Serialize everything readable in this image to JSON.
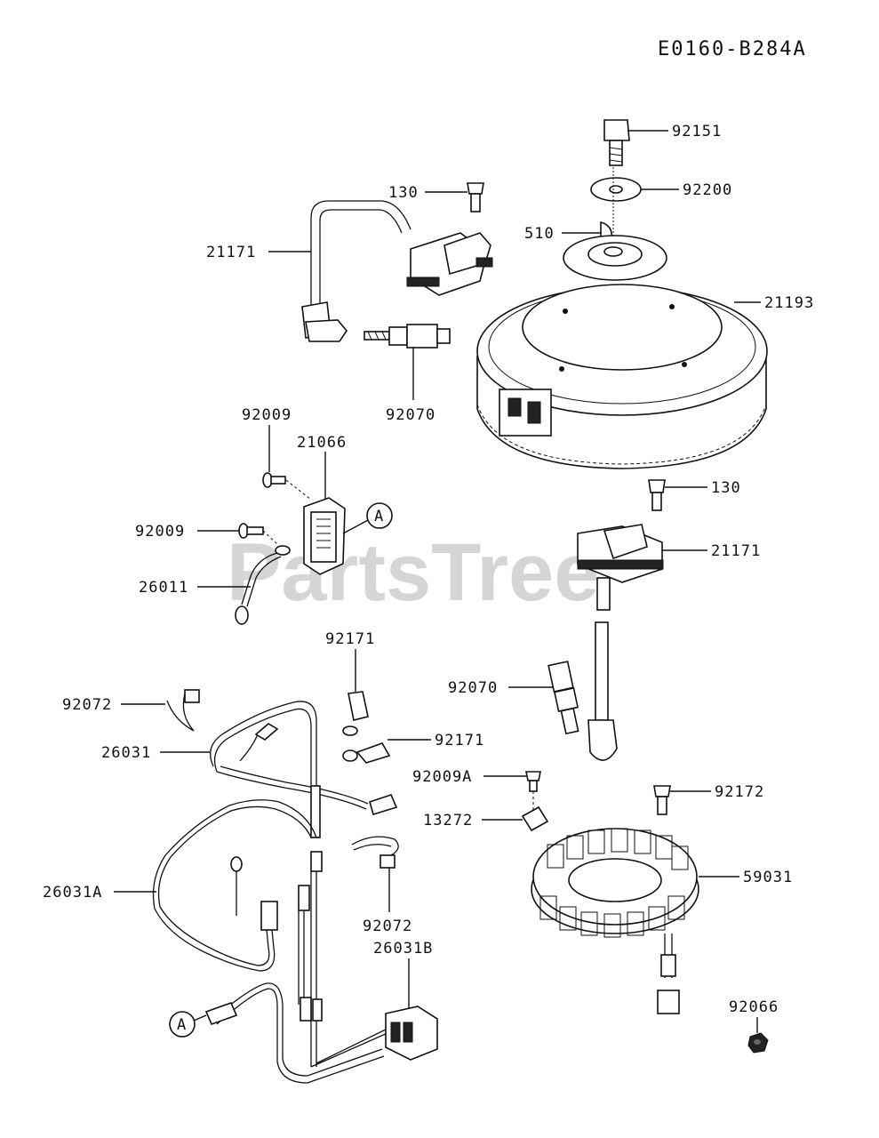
{
  "diagram": {
    "code": "E0160-B284A",
    "watermark": "PartsTree",
    "callouts": {
      "p92151": "92151",
      "p92200": "92200",
      "p130_top": "130",
      "p510": "510",
      "p21171_top": "21171",
      "p21193": "21193",
      "p92070_top": "92070",
      "p92009_top": "92009",
      "p21066": "21066",
      "p92009_mid": "92009",
      "p26011": "26011",
      "p130_mid": "130",
      "p21171_mid": "21171",
      "p92171_top": "92171",
      "p92072_top": "92072",
      "p92070_mid": "92070",
      "p26031": "26031",
      "p92171_mid": "92171",
      "p92009A": "92009A",
      "p92172": "92172",
      "p13272": "13272",
      "p26031A": "26031A",
      "p59031": "59031",
      "p92072_bot": "92072",
      "p26031B": "26031B",
      "p92066": "92066"
    },
    "refs": {
      "a_upper": "A",
      "a_lower": "A"
    }
  }
}
